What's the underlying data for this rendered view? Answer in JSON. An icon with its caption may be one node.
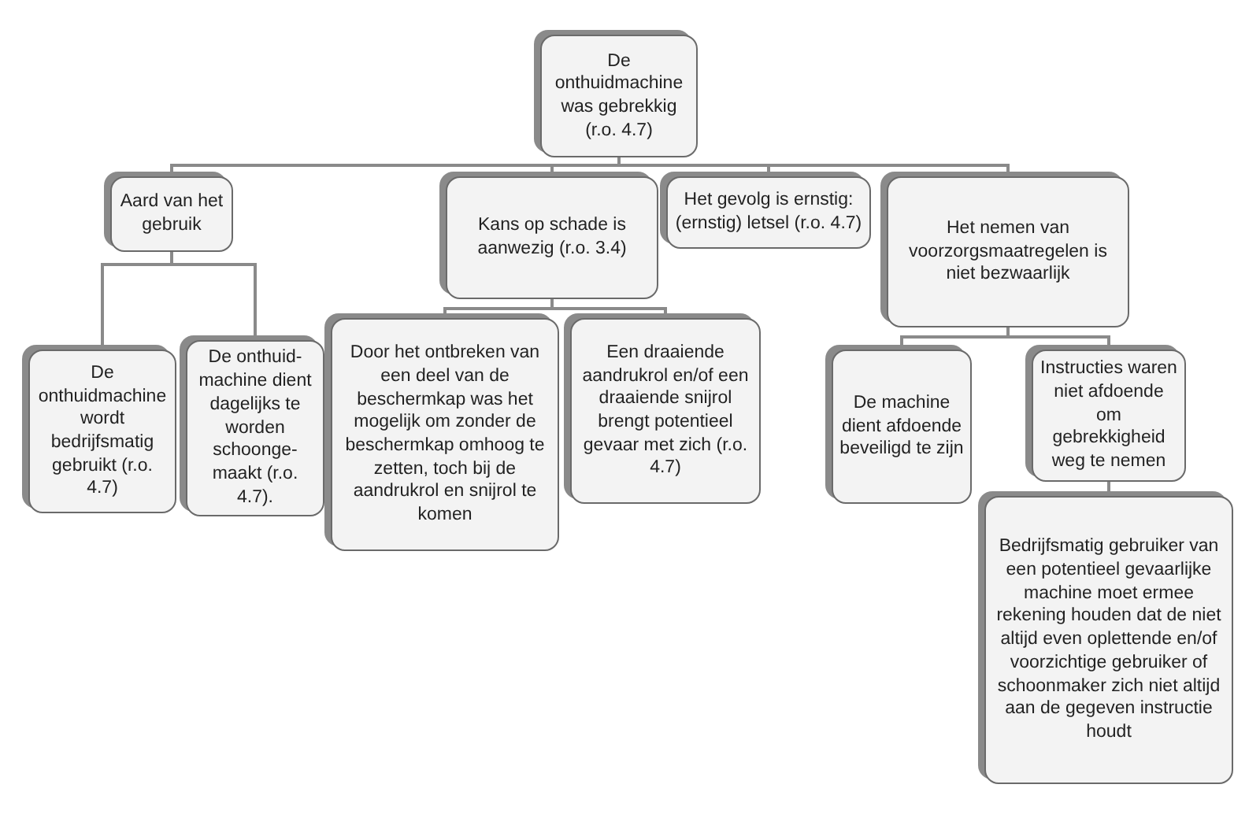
{
  "diagram": {
    "nodes": [
      {
        "text": [
          "De onthuidmachine was gebrekkig (r.o. 4.7)"
        ]
      },
      {
        "text": [
          "Aard van het gebruik"
        ]
      },
      {
        "text": [
          "Kans op schade is aanwezig (r.o. 3.4)"
        ]
      },
      {
        "text": [
          "Het gevolg is ernstig: (ernstig) letsel (r.o. 4.7)"
        ]
      },
      {
        "text": [
          "Het nemen van voorzorgsmaatregelen is niet bezwaarlijk"
        ]
      },
      {
        "text": [
          "De onthuidmachine wordt bedrijfsmatig gebruikt (r.o. 4.7)"
        ]
      },
      {
        "text": [
          "De onthuid-machine dient dagelijks te worden schoonge-maakt (r.o. 4.7)."
        ]
      },
      {
        "text": [
          "Door het ontbreken van een deel van de beschermkap was het mogelijk om zonder de beschermkap omhoog te zetten, toch bij de aandrukrol en snijrol te komen"
        ]
      },
      {
        "text": [
          "Een draaiende aandrukrol en/of een draaiende snijrol brengt potentieel gevaar met zich (r.o. 4.7)"
        ]
      },
      {
        "text": [
          "De machine dient afdoende beveiligd te zijn"
        ]
      },
      {
        "text": [
          "Instructies waren niet afdoende om gebrekkigheid weg te nemen"
        ]
      },
      {
        "text": [
          "Bedrijfsmatig gebruiker van een potentieel gevaarlijke machine moet ermee rekening houden dat de niet altijd even oplettende en/of voorzichtige gebruiker of schoonmaker zich niet altijd aan de gegeven instructie houdt"
        ]
      }
    ],
    "edges": [
      {
        "from": 0,
        "to": 1,
        "arrow": "none"
      },
      {
        "from": 0,
        "to": 2,
        "arrow": "none"
      },
      {
        "from": 0,
        "to": 3,
        "arrow": "none"
      },
      {
        "from": 0,
        "to": 4,
        "arrow": "none"
      },
      {
        "from": 1,
        "to": 5,
        "arrow": "none"
      },
      {
        "from": 1,
        "to": 6,
        "arrow": "none"
      },
      {
        "from": 2,
        "to": 7,
        "arrow": "none"
      },
      {
        "from": 2,
        "to": 8,
        "arrow": "none"
      },
      {
        "from": 4,
        "to": 9,
        "arrow": "none"
      },
      {
        "from": 4,
        "to": 10,
        "arrow": "none"
      },
      {
        "from": 10,
        "to": 11,
        "arrow": "none"
      }
    ]
  }
}
